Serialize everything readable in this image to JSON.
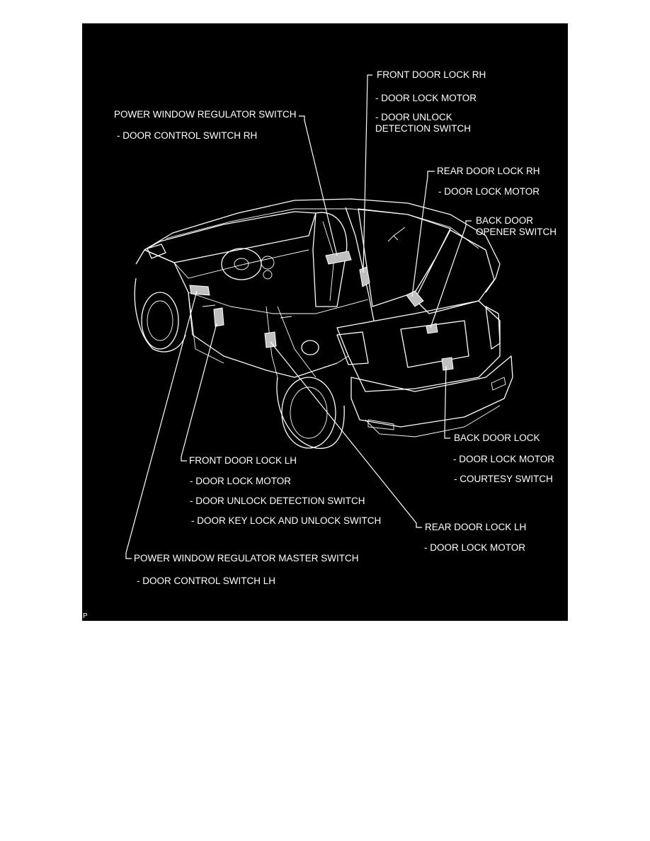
{
  "labels": {
    "front_door_lock_rh": {
      "title": "FRONT DOOR LOCK RH",
      "item1": "- DOOR LOCK MOTOR",
      "item2_line1": "- DOOR UNLOCK",
      "item2_line2": "DETECTION SWITCH"
    },
    "power_window_regulator_switch": {
      "title": "POWER WINDOW REGULATOR SWITCH",
      "item1": "- DOOR CONTROL SWITCH RH"
    },
    "rear_door_lock_rh": {
      "title": "REAR DOOR LOCK RH",
      "item1": "- DOOR LOCK MOTOR"
    },
    "back_door_opener_switch": {
      "line1": "BACK DOOR",
      "line2": "OPENER SWITCH"
    },
    "back_door_lock": {
      "title": "BACK DOOR LOCK",
      "item1": "- DOOR LOCK MOTOR",
      "item2": "- COURTESY SWITCH"
    },
    "front_door_lock_lh": {
      "title": "FRONT DOOR LOCK LH",
      "item1": "- DOOR LOCK MOTOR",
      "item2": "- DOOR UNLOCK DETECTION SWITCH",
      "item3": "- DOOR KEY LOCK AND UNLOCK SWITCH"
    },
    "rear_door_lock_lh": {
      "title": "REAR DOOR LOCK LH",
      "item1": "- DOOR LOCK MOTOR"
    },
    "power_window_regulator_master_switch": {
      "title": "POWER WINDOW REGULATOR MASTER SWITCH",
      "item1": "- DOOR CONTROL SWITCH LH"
    }
  },
  "corner_mark": "P",
  "colors": {
    "background": "#000000",
    "foreground": "#ffffff",
    "page": "#ffffff"
  }
}
